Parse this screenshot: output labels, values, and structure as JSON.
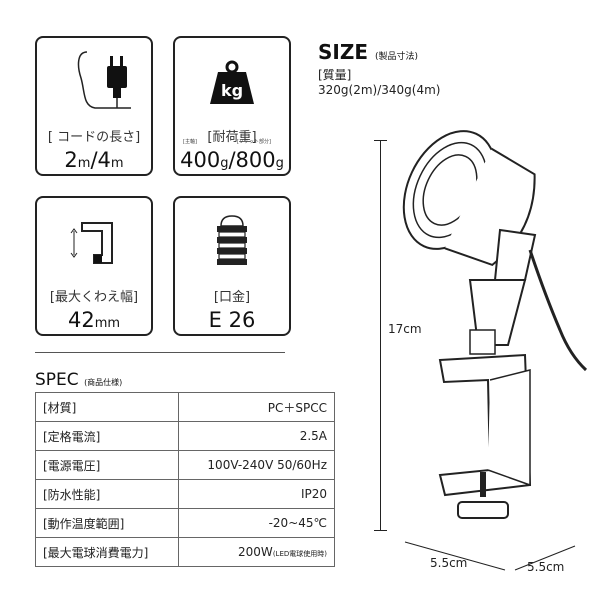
{
  "cards": [
    {
      "label": "[ コードの長さ]",
      "value_a": "2",
      "unit_a": "m",
      "sep": "/",
      "value_b": "4",
      "unit_b": "m",
      "icon": "plug-icon"
    },
    {
      "label": "[耐荷重]",
      "icon_text": "kg",
      "value_a": "400",
      "unit_a": "g",
      "sep": "/",
      "value_b": "800",
      "unit_b": "g",
      "note_a": "[主軸]",
      "note_b": "[ソケット部分]",
      "icon": "weight-icon"
    },
    {
      "label": "[最大くわえ幅]",
      "value": "42",
      "unit": "mm",
      "icon": "clamp-icon"
    },
    {
      "label": "[口金]",
      "value": "E 26",
      "icon": "socket-icon"
    }
  ],
  "size": {
    "title": "SIZE",
    "title_note": "(製品寸法)",
    "weight_label": "[質量]",
    "weight_value": "320g(2m)/340g(4m)"
  },
  "spec": {
    "title": "SPEC",
    "title_note": "(商品仕様)",
    "rows": [
      {
        "k": "[材質]",
        "v": "PC＋SPCC"
      },
      {
        "k": "[定格電流]",
        "v": "2.5A"
      },
      {
        "k": "[電源電圧]",
        "v": "100V-240V 50/60Hz"
      },
      {
        "k": "[防水性能]",
        "v": "IP20"
      },
      {
        "k": "[動作温度範囲]",
        "v": "-20~45℃"
      },
      {
        "k": "[最大電球消費電力]",
        "v": "200W",
        "v_note": "(LED電球使用時)"
      }
    ]
  },
  "dims": {
    "height": "17cm",
    "width": "5.5cm",
    "depth": "5.5cm"
  }
}
